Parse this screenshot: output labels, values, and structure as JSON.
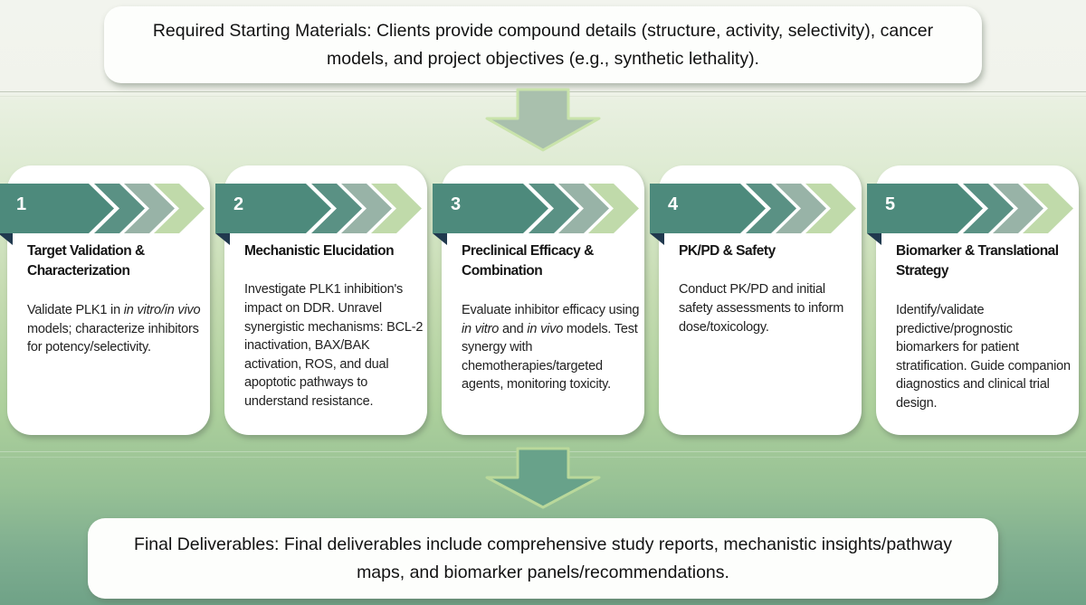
{
  "colors": {
    "chevron-1": "#4d8a7c",
    "chevron-2": "#5a9184",
    "chevron-3": "#98b3a7",
    "chevron-4": "#c0daaa",
    "fold": "#20394e",
    "arrow-top-fill": "#a9c0ad",
    "arrow-top-stroke": "#c9e3ab",
    "arrow-bottom-fill": "#68a28a",
    "arrow-bottom-stroke": "#b9d89b"
  },
  "top_banner": {
    "text": "Required Starting Materials: Clients provide compound details (structure, activity, selectivity), cancer models, and project objectives (e.g., synthetic lethality)."
  },
  "bottom_banner": {
    "text": "Final Deliverables: Final deliverables include comprehensive study reports, mechanistic insights/pathway maps, and biomarker panels/recommendations."
  },
  "cards": [
    {
      "number": "1",
      "title": "Target Validation & Characterization",
      "body": [
        {
          "t": "Validate PLK1 in "
        },
        {
          "t": "in vitro/in vivo",
          "i": true
        },
        {
          "t": " models; characterize inhibitors for potency/selectivity."
        }
      ]
    },
    {
      "number": "2",
      "title": "Mechanistic Elucidation",
      "body": [
        {
          "t": "Investigate PLK1 inhibition's impact on DDR. Unravel synergistic mechanisms: BCL-2 inactivation, BAX/BAK activation, ROS, and dual apoptotic pathways to understand resistance."
        }
      ]
    },
    {
      "number": "3",
      "title": "Preclinical Efficacy & Combination",
      "body": [
        {
          "t": "Evaluate inhibitor efficacy using "
        },
        {
          "t": "in vitro",
          "i": true
        },
        {
          "t": " and "
        },
        {
          "t": "in vivo",
          "i": true
        },
        {
          "t": " models. Test synergy with chemotherapies/targeted agents, monitoring toxicity."
        }
      ]
    },
    {
      "number": "4",
      "title": "PK/PD & Safety",
      "body": [
        {
          "t": "Conduct PK/PD and initial safety assessments to inform dose/toxicology."
        }
      ]
    },
    {
      "number": "5",
      "title": "Biomarker & Translational Strategy",
      "body": [
        {
          "t": "Identify/validate predictive/prognostic biomarkers for patient stratification. Guide companion diagnostics and clinical trial design."
        }
      ]
    }
  ]
}
